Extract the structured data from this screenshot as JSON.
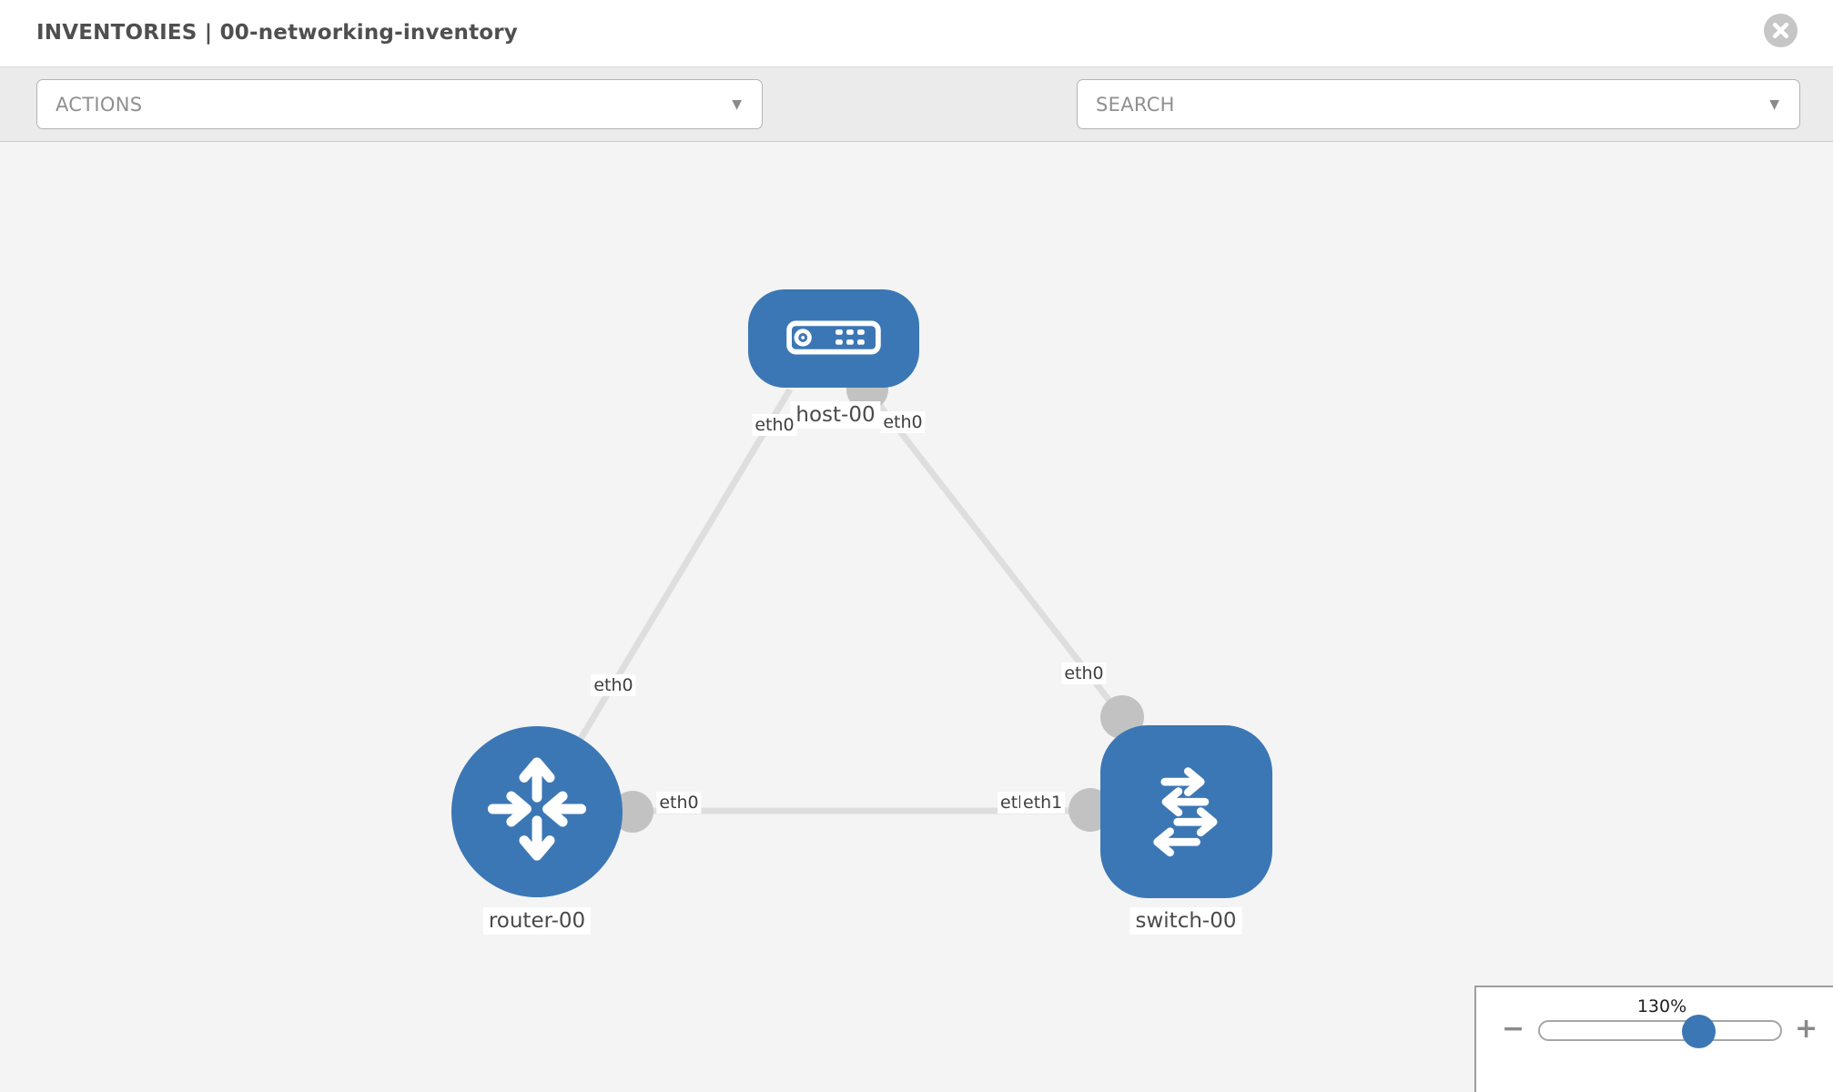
{
  "header": {
    "title": "INVENTORIES | 00-networking-inventory"
  },
  "toolbar": {
    "actions_label": "ACTIONS",
    "search_label": "SEARCH"
  },
  "icons": {
    "close": "circle-x",
    "wrench": "wrench",
    "key": "key",
    "caret": "▼",
    "minus": "−",
    "plus": "+"
  },
  "topology": {
    "nodes": [
      {
        "id": "host-00",
        "label": "host-00",
        "type": "host"
      },
      {
        "id": "router-00",
        "label": "router-00",
        "type": "router"
      },
      {
        "id": "switch-00",
        "label": "switch-00",
        "type": "switch"
      }
    ],
    "links": [
      {
        "from": "router-00",
        "to": "host-00",
        "from_port": "eth0",
        "to_port": "eth0"
      },
      {
        "from": "host-00",
        "to": "switch-00",
        "from_port": "eth0",
        "to_port": "eth0"
      },
      {
        "from": "router-00",
        "to": "switch-00",
        "from_port": "eth0",
        "to_port": "eth1"
      }
    ],
    "port_labels": {
      "host_left": "eth0",
      "host_right": "eth0",
      "rh_mid": "eth0",
      "hs_mid": "eth0",
      "router_right": "eth0",
      "switch_under": "eth0",
      "switch_over": "eth1"
    }
  },
  "zoom_control": {
    "level": "130%"
  },
  "colors": {
    "node_blue": "#3c77b5",
    "link_gray": "#dedede",
    "connector_gray": "#c2c2c2",
    "canvas_bg": "#f4f4f4",
    "toolbar_bg": "#ebebeb"
  }
}
